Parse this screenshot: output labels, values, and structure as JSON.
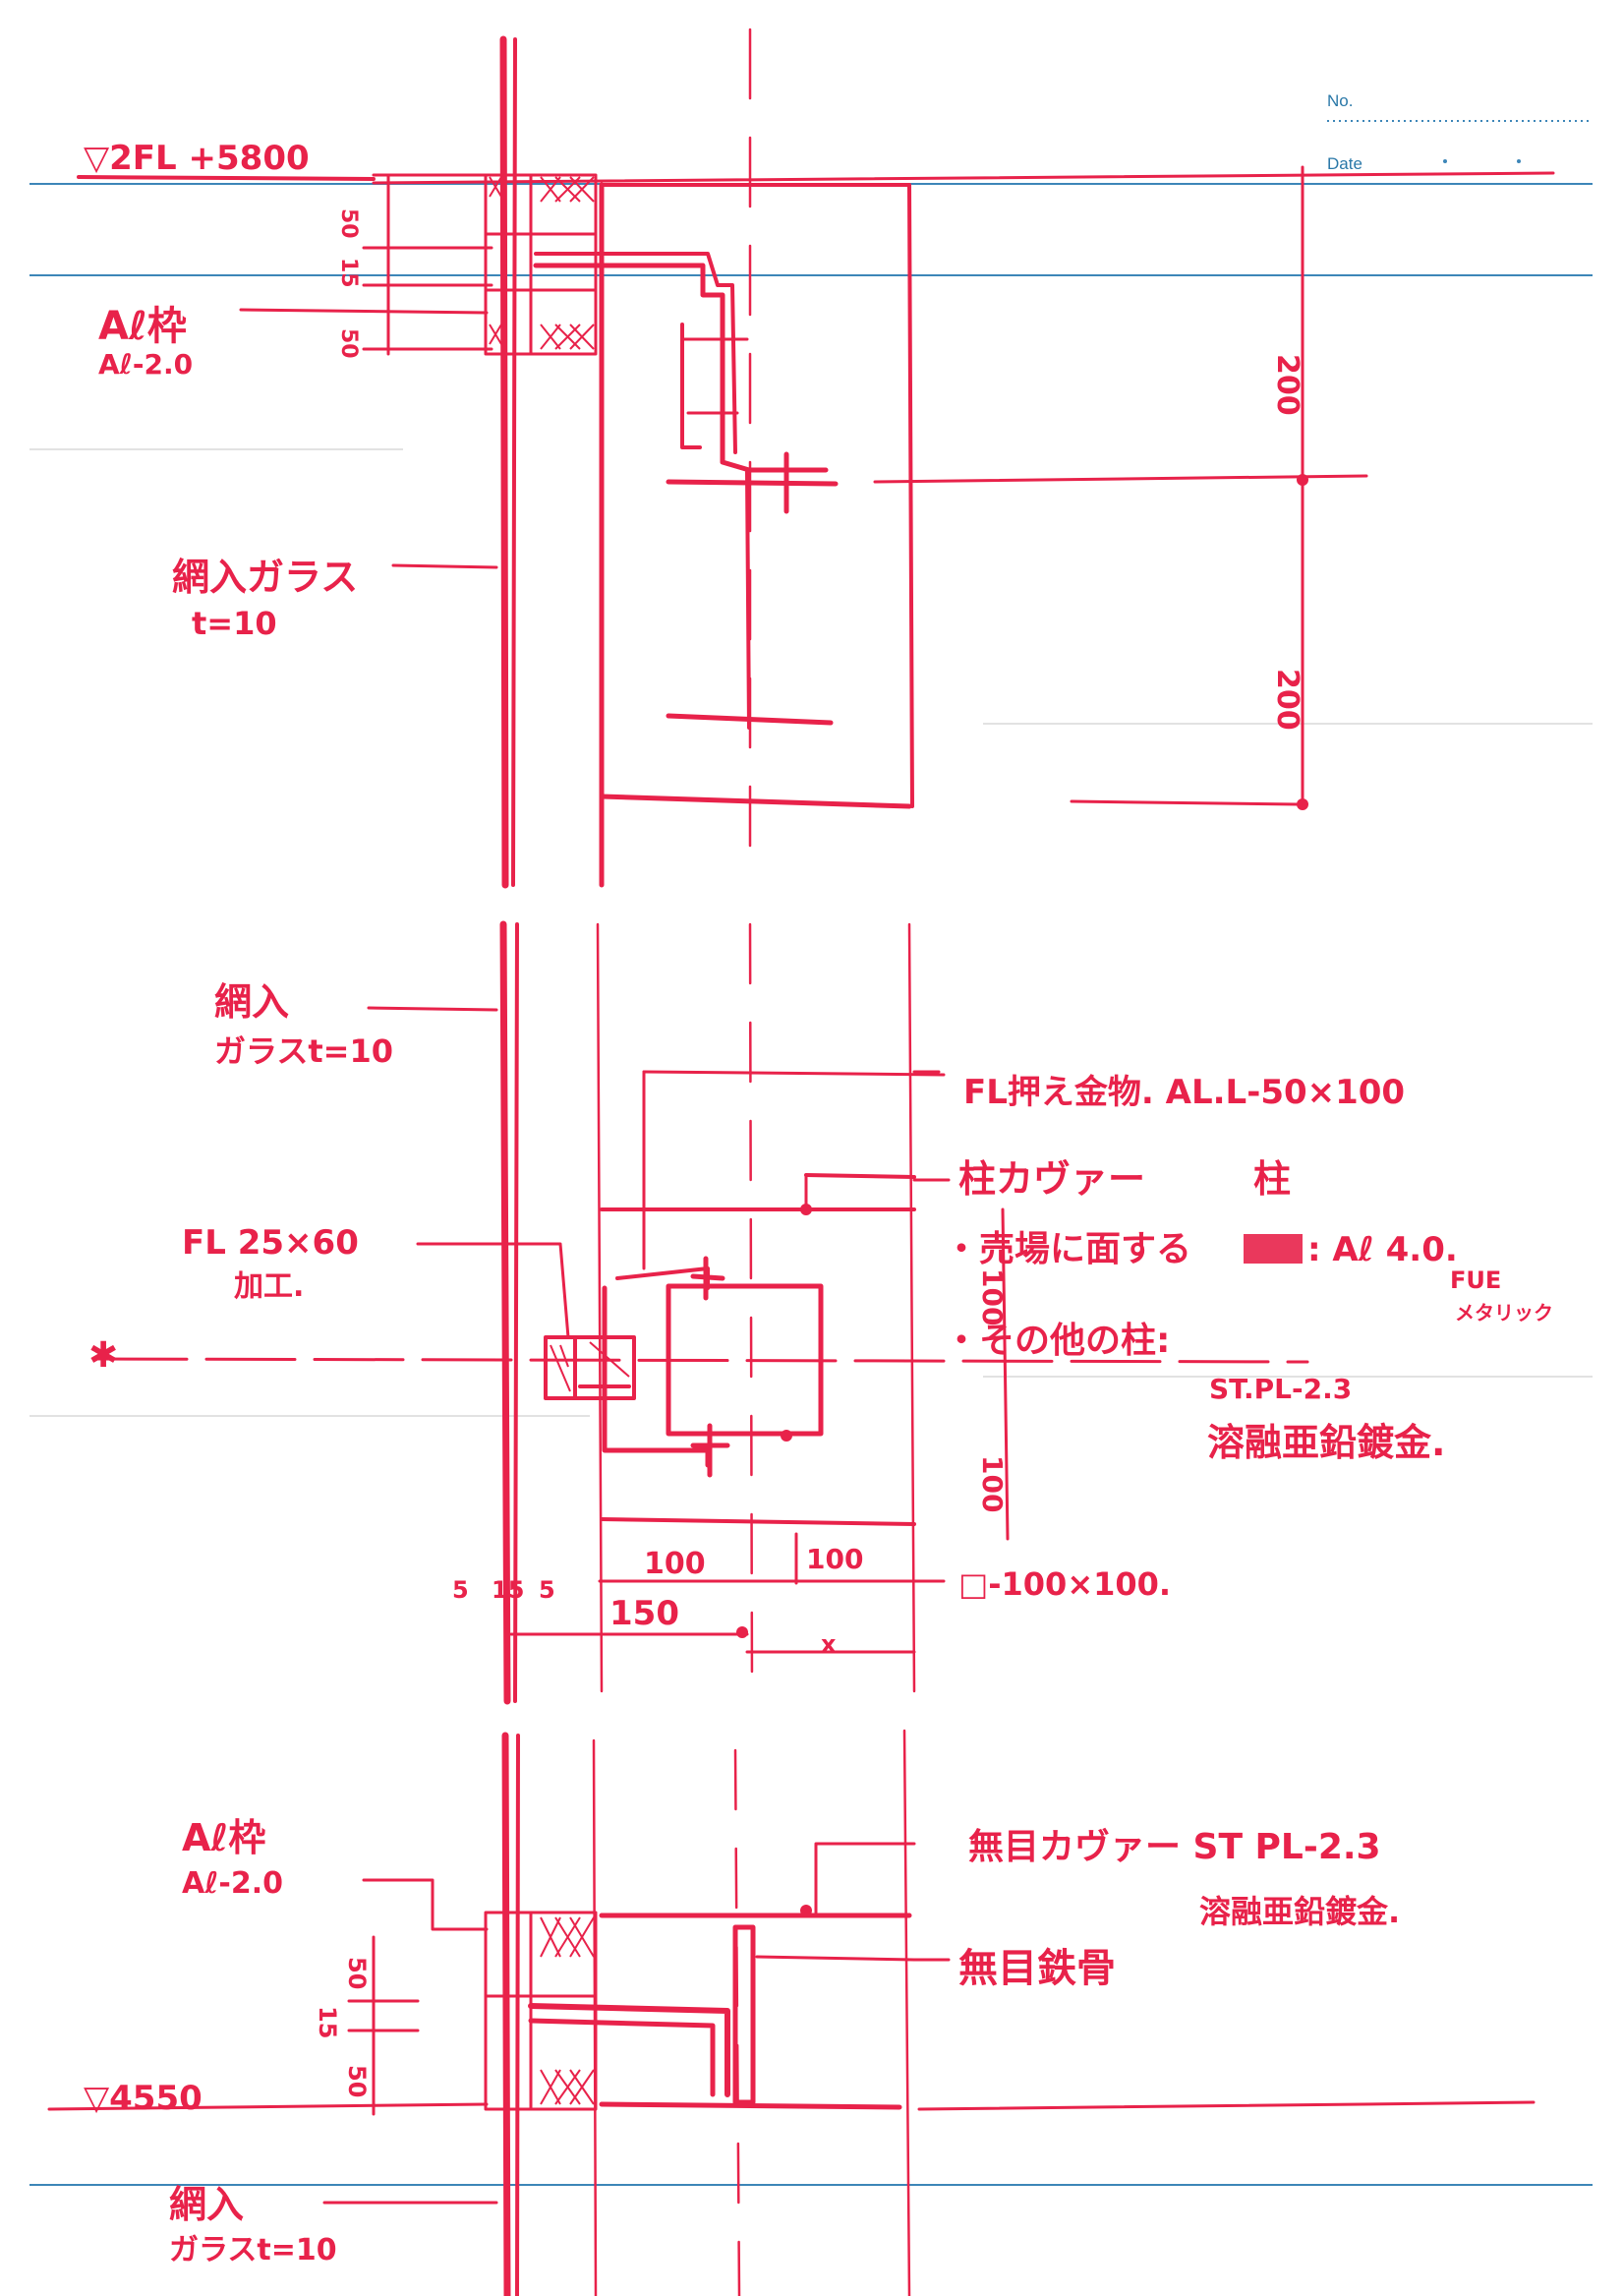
{
  "sheet_header": {
    "no_label": "No.",
    "date_label": "Date"
  },
  "levels": {
    "top": "▽2FL +5800",
    "bottom": "▽4550"
  },
  "dimensions": {
    "top_stack": [
      "50",
      "15",
      "50"
    ],
    "right_upper": "200",
    "right_lower": "200",
    "column_upper": "100",
    "column_lower": "100",
    "plate_left": "5",
    "plate_mid": "15",
    "plate_right": "5",
    "d_100_a": "100",
    "d_100_b": "100",
    "d_150": "150",
    "d_x": "x",
    "bottom_stack": [
      "50",
      "15",
      "50"
    ]
  },
  "labels": {
    "al_frame_top": "Aℓ枠",
    "al_frame_top_sub": "Aℓ-2.0",
    "wire_glass_1": "網入ガラス",
    "wire_glass_1_sub": "t=10",
    "wire_glass_2": "網入",
    "wire_glass_2_sub": "ガラスt=10",
    "fl_plate": "FL 25×60",
    "fl_plate_sub": "加工.",
    "fl_hardware": "FL押え金物. AL.L-50×100",
    "column_cover": "柱カヴァー",
    "column_word": "柱",
    "column_note_1": "・売場に面する",
    "column_note_1_tail": ": Aℓ 4.0.",
    "fue": "FUE",
    "fue_sub": "メタリック",
    "column_note_2": "・その他の柱:",
    "st_pl": "ST.PL-2.3",
    "galv_1": "溶融亜鉛鍍金.",
    "square_pipe": "□-100×100.",
    "al_frame_bottom": "Aℓ枠",
    "al_frame_bottom_sub": "Aℓ-2.0",
    "cover_bottom": "無目カヴァー ST PL-2.3",
    "galv_2": "溶融亜鉛鍍金.",
    "mullion_steel": "無目鉄骨",
    "wire_glass_3": "網入",
    "wire_glass_3_sub": "ガラスt=10"
  }
}
